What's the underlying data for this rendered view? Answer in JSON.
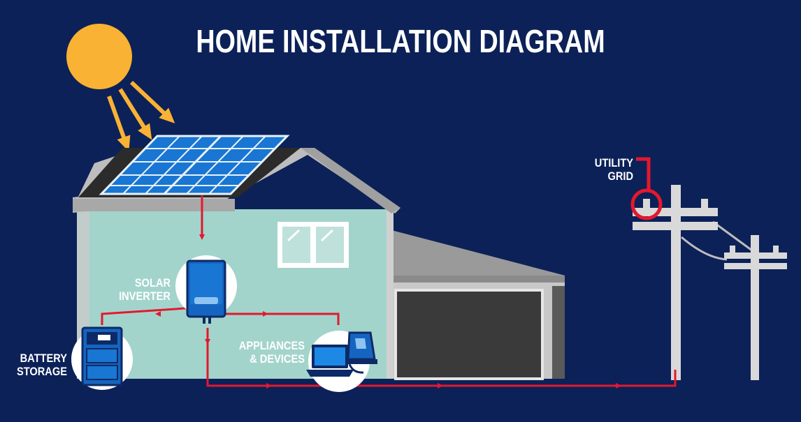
{
  "title": "HOME INSTALLATION DIAGRAM",
  "labels": {
    "solar_inverter": [
      "SOLAR",
      "INVERTER"
    ],
    "appliances": [
      "APPLIANCES",
      "& DEVICES"
    ],
    "battery": [
      "BATTERY",
      "STORAGE"
    ],
    "utility_grid": [
      "UTILITY",
      "GRID"
    ]
  },
  "colors": {
    "background": "#0c2158",
    "sun": "#f9b233",
    "house_wall": "#a3d4cc",
    "roof": "#2b2b2b",
    "panel": "#1976d2",
    "flow_line": "#e3182d",
    "device": "#1565c0",
    "pole": "#d9d9d9"
  },
  "icons": [
    "sun-icon",
    "solar-panel-icon",
    "inverter-icon",
    "battery-icon",
    "laptop-icon",
    "kettle-icon",
    "utility-pole-icon"
  ]
}
